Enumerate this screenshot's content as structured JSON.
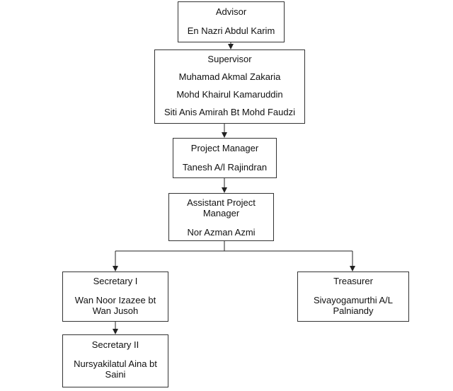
{
  "diagram": {
    "advisor": {
      "role": "Advisor",
      "names": [
        "En Nazri Abdul Karim"
      ]
    },
    "supervisor": {
      "role": "Supervisor",
      "names": [
        "Muhamad Akmal Zakaria",
        "Mohd Khairul Kamaruddin",
        "Siti Anis Amirah Bt Mohd Faudzi"
      ]
    },
    "project_manager": {
      "role": "Project Manager",
      "names": [
        "Tanesh A/l Rajindran"
      ]
    },
    "assistant_pm": {
      "role_line1": "Assistant Project",
      "role_line2": "Manager",
      "names": [
        "Nor Azman Azmi"
      ]
    },
    "secretary1": {
      "role": "Secretary I",
      "name_line1": "Wan Noor Izazee bt",
      "name_line2": "Wan Jusoh"
    },
    "treasurer": {
      "role": "Treasurer",
      "name_line1": "Sivayogamurthi A/L",
      "name_line2": "Palniandy"
    },
    "secretary2": {
      "role": "Secretary II",
      "name_line1": "Nursyakilatul Aina bt",
      "name_line2": "Saini"
    }
  }
}
